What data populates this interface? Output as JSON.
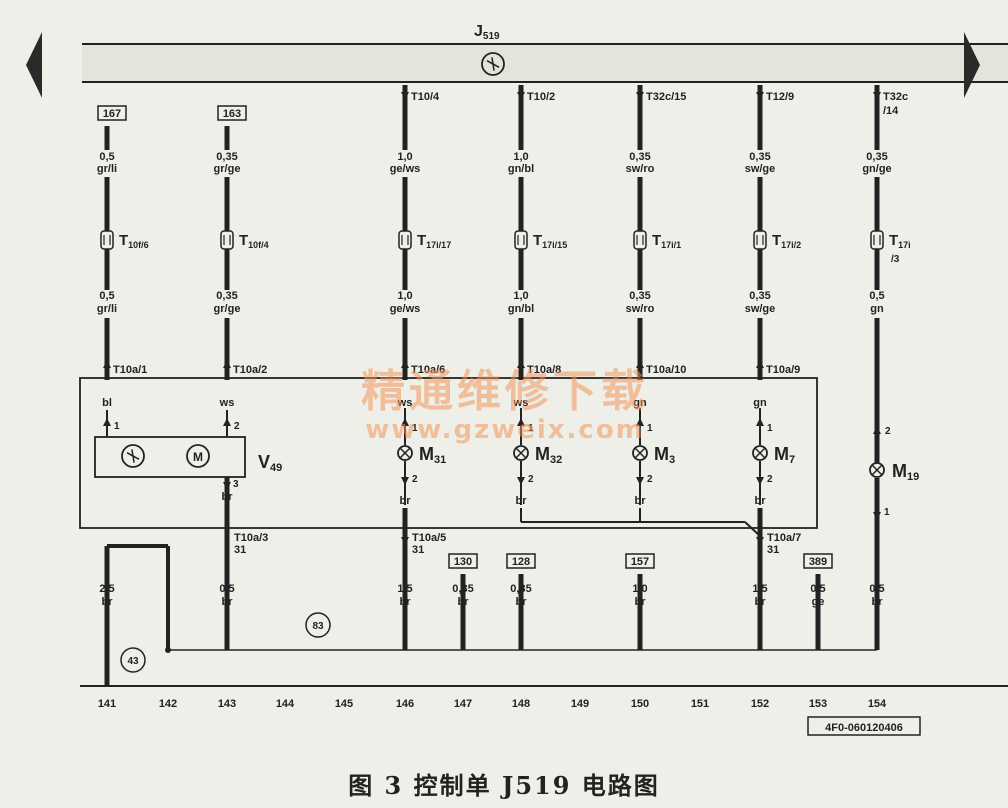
{
  "title": "J519",
  "title_main": "J",
  "title_sub": "519",
  "caption": "图 3 控制单 J519 电路图",
  "watermark": {
    "line1": "精通维修下载",
    "line2": "www.gzweix.com"
  },
  "code_box": "4F0-060120406",
  "nav": {
    "prev": "previous",
    "next": "next"
  },
  "ground_circles": {
    "left": "43",
    "mid": "83"
  },
  "column_numbers": [
    "141",
    "142",
    "143",
    "144",
    "145",
    "146",
    "147",
    "148",
    "149",
    "150",
    "151",
    "152",
    "153",
    "154"
  ],
  "upper_wires": [
    {
      "ref": "167",
      "top": "0,5",
      "top_color": "gr/li",
      "conn": "T",
      "conn_sub": "10f/6",
      "bottom": "0,5",
      "bottom_color": "gr/li",
      "pin": "T10a/1",
      "letter": "bl",
      "pin_num": "1"
    },
    {
      "ref": "163",
      "top": "0,35",
      "top_color": "gr/ge",
      "conn": "T",
      "conn_sub": "10f/4",
      "bottom": "0,35",
      "bottom_color": "gr/ge",
      "pin": "T10a/2",
      "letter": "ws",
      "pin_num": "2"
    },
    {
      "jpin": "T10/4",
      "top": "1,0",
      "top_color": "ge/ws",
      "conn": "T",
      "conn_sub": "17i/17",
      "bottom": "1,0",
      "bottom_color": "ge/ws",
      "pin": "T10a/6",
      "letter": "ws",
      "pin_num": "1"
    },
    {
      "jpin": "T10/2",
      "top": "1,0",
      "top_color": "gn/bl",
      "conn": "T",
      "conn_sub": "17i/15",
      "bottom": "1,0",
      "bottom_color": "gn/bl",
      "pin": "T10a/8",
      "letter": "ws",
      "pin_num": "1"
    },
    {
      "jpin": "T32c/15",
      "top": "0,35",
      "top_color": "sw/ro",
      "conn": "T",
      "conn_sub": "17i/1",
      "bottom": "0,35",
      "bottom_color": "sw/ro",
      "pin": "T10a/10",
      "letter": "gn",
      "pin_num": "1"
    },
    {
      "jpin": "T12/9",
      "top": "0,35",
      "top_color": "sw/ge",
      "conn": "T",
      "conn_sub": "17i/2",
      "bottom": "0,35",
      "bottom_color": "sw/ge",
      "pin": "T10a/9",
      "letter": "gn",
      "pin_num": "1"
    },
    {
      "jpin": "T32c",
      "jpin2": "/14",
      "top": "0,35",
      "top_color": "gn/ge",
      "conn": "T",
      "conn_sub": "17i",
      "conn_sub2": "/3",
      "bottom": "0,5",
      "bottom_color": "gn",
      "pin_num": "2"
    }
  ],
  "components": [
    {
      "name": "V",
      "sub": "49"
    },
    {
      "name": "M",
      "sub": "31"
    },
    {
      "name": "M",
      "sub": "32"
    },
    {
      "name": "M",
      "sub": "3"
    },
    {
      "name": "M",
      "sub": "7"
    },
    {
      "name": "M",
      "sub": "19"
    }
  ],
  "lower_pins": [
    {
      "pin_num": "3",
      "pin": "T10a/3",
      "terminal": "31",
      "gauge": "0,5",
      "color": "br"
    },
    {
      "pin_num": "2",
      "pin": "T10a/5",
      "terminal": "31",
      "gauge": "1,5",
      "color": "br"
    },
    {
      "pin_num": "2"
    },
    {
      "pin_num": "2"
    },
    {
      "pin_num": "2",
      "pin": "T10a/7",
      "terminal": "31",
      "gauge": "1,5",
      "color": "br"
    },
    {
      "pin_num": "1",
      "gauge": "0,5",
      "color": "br"
    }
  ],
  "inner_br": [
    "br",
    "br",
    "br",
    "br",
    "br"
  ],
  "ground_wire_left": {
    "gauge": "2,5",
    "color": "br"
  },
  "refs_bottom": [
    {
      "ref": "130",
      "gauge": "0,35",
      "color": "br"
    },
    {
      "ref": "128",
      "gauge": "0,35",
      "color": "br"
    },
    {
      "ref": "157",
      "gauge": "1,0",
      "color": "br"
    },
    {
      "ref": "389",
      "gauge": "0,5",
      "color": "ge"
    }
  ],
  "colors": {
    "ink": "#222222",
    "paper": "#efefe9",
    "watermark": "#f0965a"
  }
}
